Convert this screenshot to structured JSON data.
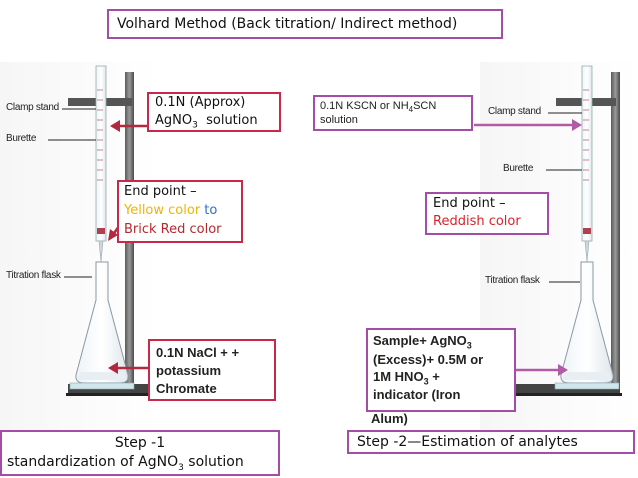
{
  "title": "Volhard Method (Back titration/ Indirect method)",
  "left": {
    "reagent_line1": "0.1N (Approx)",
    "reagent_line2_pre": "AgNO",
    "reagent_line2_sub": "3",
    "reagent_line2_post": "  solution",
    "endpoint_label": "End point –",
    "endpoint_color1": "Yellow color",
    "endpoint_to": " to",
    "endpoint_color2": "Brick Red color",
    "flask_line1": "0.1N NaCl + +",
    "flask_line2": "potassium",
    "flask_line3": "Chromate",
    "step_line1": "Step -1",
    "step_line2_pre": "standardization of AgNO",
    "step_line2_sub": "3",
    "step_line2_post": " solution",
    "clamp_stand": "Clamp stand",
    "burette": "Burette",
    "titration_flask": "Titration flask"
  },
  "right": {
    "reagent_line1": "0.1N KSCN or NH",
    "reagent_line1_sub": "4",
    "reagent_line1_post": "SCN",
    "reagent_line2": "solution",
    "endpoint_label": "End point –",
    "endpoint_color": "Reddish color",
    "flask_line1_pre": "Sample+ AgNO",
    "flask_line1_sub": "3",
    "flask_line2": "(Excess)+ 0.5M or",
    "flask_line3_pre": "1M HNO",
    "flask_line3_sub": "3",
    "flask_line3_post": " +",
    "flask_line4": "indicator (Iron",
    "flask_line5": "Alum)",
    "step_text": "Step -2—Estimation of analytes",
    "clamp_stand": "Clamp stand",
    "burette": "Burette",
    "titration_flask": "Titration flask"
  },
  "colors": {
    "purple_border": "#a24ea6",
    "red_border": "#c8284a",
    "yellow_text": "#f0b400",
    "brick_red_text": "#b5292f",
    "reddish_text": "#d8232a"
  }
}
